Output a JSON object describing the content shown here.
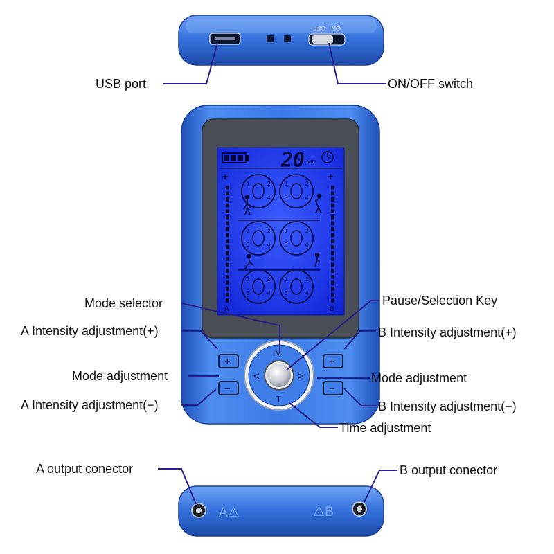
{
  "labels": {
    "usb_port": "USB port",
    "on_off_switch": "ON/OFF switch",
    "mode_selector": "Mode selector",
    "pause_selection_key": "Pause/Selection Key",
    "a_intensity_plus": "A Intensity adjustment(+)",
    "b_intensity_plus": "B Intensity adjustment(+)",
    "mode_adjustment_left": "Mode adjustment",
    "mode_adjustment_right": "Mode adjustment",
    "a_intensity_minus": "A Intensity adjustment(−)",
    "b_intensity_minus": "B Intensity adjustment(−)",
    "time_adjustment": "Time adjustment",
    "a_output_connector": "A output conector",
    "b_output_connector": "B output conector"
  },
  "device": {
    "switch_off_text": "OFF",
    "switch_on_text": "ON",
    "lcd_timer": "20",
    "lcd_timer_unit": "MIN",
    "lcd_channel_a": "A",
    "lcd_channel_b": "B",
    "lcd_plus": "+",
    "button_plus": "+",
    "button_minus": "−",
    "nav_mode": "M",
    "nav_time": "T",
    "nav_left": "<",
    "nav_right": ">",
    "connector_a_text": "A⚠",
    "connector_b_text": "⚠B",
    "mode_numbers": [
      "1",
      "2",
      "3",
      "4"
    ]
  },
  "colors": {
    "body_blue": "#2f6fd6",
    "lcd_blue": "#1a3cff",
    "leader_line": "#2a1f8a"
  }
}
